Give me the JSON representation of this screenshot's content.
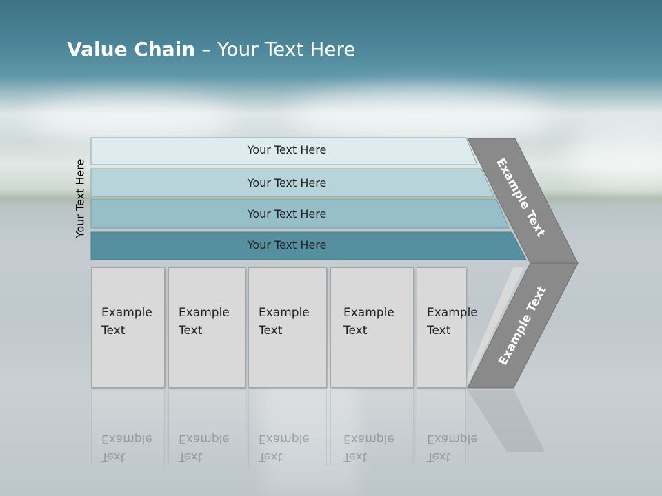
{
  "title": {
    "bold": "Value Chain",
    "rest": " – Your Text Here"
  },
  "side_label": "Your Text Here",
  "bands": [
    {
      "label": "Your Text Here",
      "color": "#deebef"
    },
    {
      "label": "Your Text Here",
      "color": "#b9d3da"
    },
    {
      "label": "Your Text Here",
      "color": "#97bfca"
    },
    {
      "label": "Your Text Here",
      "color": "#568f9f"
    }
  ],
  "boxes": [
    {
      "line1": "Example",
      "line2": "Text"
    },
    {
      "line1": "Example",
      "line2": "Text"
    },
    {
      "line1": "Example",
      "line2": "Text"
    },
    {
      "line1": "Example",
      "line2": "Text"
    },
    {
      "line1": "Example",
      "line2": "Text"
    }
  ],
  "chevron": {
    "upper_label": "Example Text",
    "lower_label": "Example Text",
    "color": "#8a8a8a"
  }
}
